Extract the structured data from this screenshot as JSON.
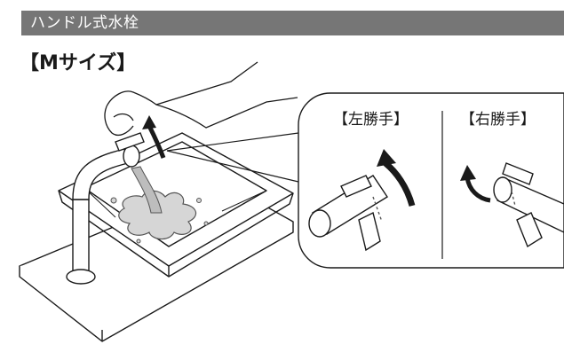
{
  "header": {
    "title": "ハンドル式水栓"
  },
  "size_label": "【Mサイズ】",
  "callout": {
    "left_label": "【左勝手】",
    "right_label": "【右勝手】"
  },
  "colors": {
    "header_bg": "#767676",
    "line": "#1a1a1a",
    "water": "#c9c9c9"
  }
}
